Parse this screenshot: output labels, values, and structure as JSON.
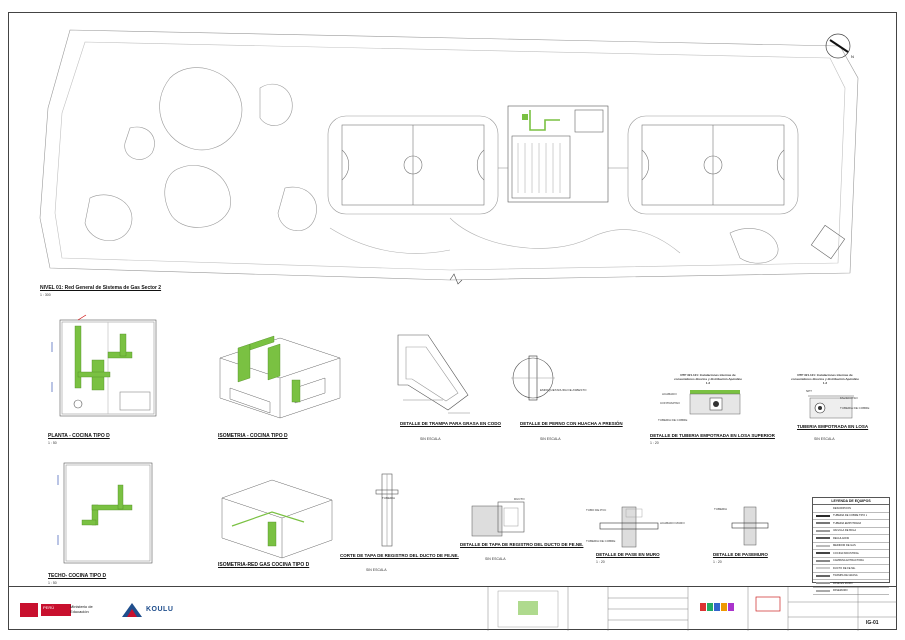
{
  "plan_title": "NIVEL 01: Red General de Sistema de Gas Sector 2",
  "plan_scale": "1 : 300",
  "north_label": "N",
  "details": [
    {
      "id": "planta",
      "title": "PLANTA - COCINA TIPO D",
      "scale": "1 : 50"
    },
    {
      "id": "isometria",
      "title": "ISOMETRIA - COCINA TIPO D",
      "scale": ""
    },
    {
      "id": "trampa",
      "title": "DETALLE DE TRAMPA PARA GRASA EN CODO",
      "scale": "SIN ESCALA"
    },
    {
      "id": "perno",
      "title": "DETALLE DE PERNO CON HUACHA A PRESIÓN",
      "scale": "SIN ESCALA"
    },
    {
      "id": "empotrada",
      "title": "DETALLE DE TUBERIA EMPOTRADA EN LOSA SUPERIOR",
      "scale": "1 : 20"
    },
    {
      "id": "losa",
      "title": "TUBERIA EMPOTRADA EN LOSA",
      "scale": "SIN ESCALA"
    },
    {
      "id": "techo",
      "title": "TECHO- COCINA TIPO D",
      "scale": "1 : 50"
    },
    {
      "id": "isored",
      "title": "ISOMETRIA-RED GAS COCINA TIPO D",
      "scale": ""
    },
    {
      "id": "corte",
      "title": "CORTE DE TAPA DE REGISTRO DEL DUCTO DE FE.NE.",
      "scale": "SIN ESCALA"
    },
    {
      "id": "tapa",
      "title": "DETALLE DE TAPA DE REGISTRO DEL DUCTO DE FE.NE.",
      "scale": "SIN ESCALA"
    },
    {
      "id": "pase",
      "title": "DETALLE DE PASE EN MURO",
      "scale": "1 : 20"
    },
    {
      "id": "pasemuro",
      "title": "DETALLE DE PASEMURO",
      "scale": "1 : 20"
    }
  ],
  "ntp_notes": {
    "left": "NTP 321.121: Instalaciones internas de consumidores directos y distribución Apéndice 1.3",
    "right": "NTP 321.121: Instalaciones internas de consumidores directos y distribución Apéndice 1.3"
  },
  "small_labels": {
    "falso_piso": "FALSO PISO",
    "tuberia_cobre": "TUBERIA DE COBRE",
    "npt": "NPT",
    "acabado": "ACABADO",
    "contrapiso": "CONTRAPISO",
    "tubo_pvc": "TUBO DE PVC",
    "ducto": "DUCTO",
    "tuberia": "TUBERIA",
    "acabado_muro": "ACABADO MURO",
    "empaquetadura": "EMPAQUETADURA DE ASBESTO"
  },
  "legend": {
    "title": "LEYENDA DE EQUIPOS",
    "rows": [
      {
        "label": "DESCRIPCION",
        "color": "#ffffff"
      },
      {
        "label": "TUBERIA DE COBRE TIPO L",
        "color": "#2a2a2a"
      },
      {
        "label": "TUBERIA EMPOTRADA",
        "color": "#777777"
      },
      {
        "label": "VALVULA DE BOLA",
        "color": "#9a9a9a"
      },
      {
        "label": "REGULADOR",
        "color": "#555555"
      },
      {
        "label": "MEDIDOR DE GAS",
        "color": "#bbbbbb"
      },
      {
        "label": "COCINA INDUSTRIAL",
        "color": "#444444"
      },
      {
        "label": "CAMPANA EXTRACTORA",
        "color": "#888888"
      },
      {
        "label": "DUCTO DE FE.NE.",
        "color": "#cccccc"
      },
      {
        "label": "TRAMPA DE GRASA",
        "color": "#666666"
      },
      {
        "label": "PASE EN MURO",
        "color": "#999999"
      },
      {
        "label": "PASEMURO",
        "color": "#aaaaaa"
      }
    ]
  },
  "title_block": {
    "ministry": "Ministerio de Educación",
    "peru": "PERÚ",
    "brand": "KOULU",
    "sheet": "IG-01"
  },
  "colors": {
    "pipe_green": "#7ac142",
    "plan_line": "#8a8a8a",
    "frame": "#444444"
  }
}
